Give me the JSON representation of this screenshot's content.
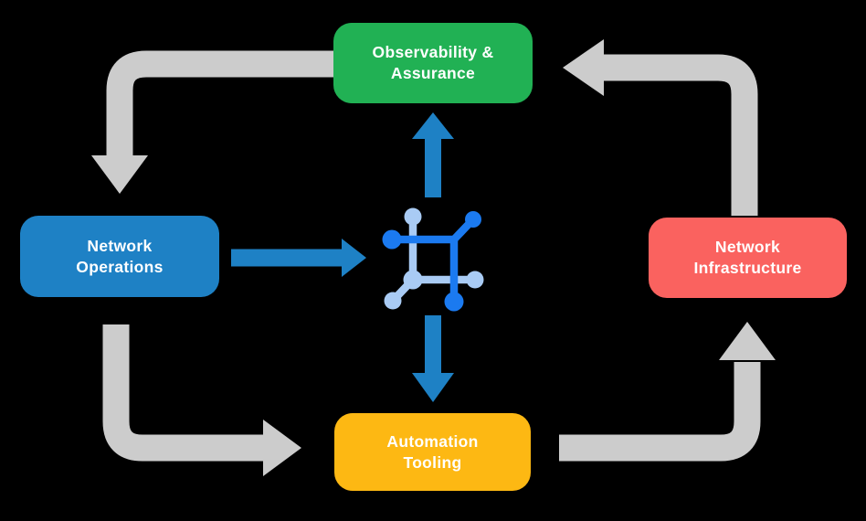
{
  "background_color": "#000000",
  "diagram": {
    "nodes": [
      {
        "id": "observability-assurance",
        "label": "Observability & Assurance",
        "lines": [
          "Observability &",
          "Assurance"
        ],
        "color": "#21B154",
        "text_color": "#FFFFFF"
      },
      {
        "id": "network-operations",
        "label": "Network Operations",
        "lines": [
          "Network",
          "Operations"
        ],
        "color": "#1E81C5",
        "text_color": "#FFFFFF"
      },
      {
        "id": "network-infrastructure",
        "label": "Network Infrastructure",
        "lines": [
          "Network",
          "Infrastructure"
        ],
        "color": "#FA625F",
        "text_color": "#FFFFFF"
      },
      {
        "id": "automation-tooling",
        "label": "Automation Tooling",
        "lines": [
          "Automation",
          "Tooling"
        ],
        "color": "#FDB813",
        "text_color": "#FFFFFF"
      }
    ],
    "center_icon": {
      "name": "network-mesh-icon",
      "primary_color": "#1B7AF0",
      "secondary_color": "#A9CBF4"
    },
    "cycle_arrows": {
      "color": "#CCCCCC",
      "edges": [
        {
          "from": "observability-assurance",
          "to": "network-operations"
        },
        {
          "from": "network-operations",
          "to": "automation-tooling"
        },
        {
          "from": "automation-tooling",
          "to": "network-infrastructure"
        },
        {
          "from": "network-infrastructure",
          "to": "observability-assurance"
        }
      ]
    },
    "flow_arrows": {
      "color": "#1E81C5",
      "edges": [
        {
          "from": "network-operations",
          "to": "center-icon"
        },
        {
          "from": "center-icon",
          "to": "observability-assurance"
        },
        {
          "from": "center-icon",
          "to": "automation-tooling"
        }
      ]
    }
  }
}
